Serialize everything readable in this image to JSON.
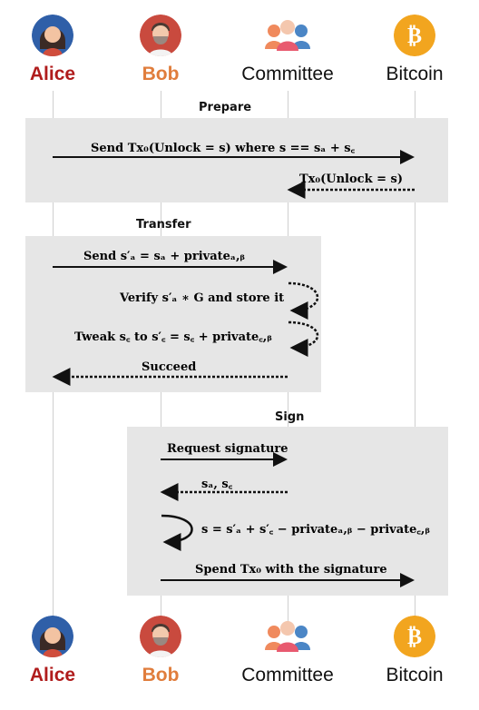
{
  "actors": {
    "alice": "Alice",
    "bob": "Bob",
    "committee": "Committee",
    "bitcoin": "Bitcoin"
  },
  "sections": {
    "prepare": "Prepare",
    "transfer": "Transfer",
    "sign": "Sign"
  },
  "messages": {
    "prepare_send": "Send Tx₀(Unlock = s) where s == sₐ + s꜀",
    "prepare_return": "Tx₀(Unlock = s)",
    "transfer_send": "Send s′ₐ = sₐ + privateₐ,ᵦ",
    "transfer_verify": "Verify s′ₐ ∗ G and store it",
    "transfer_tweak": "Tweak s꜀ to s′꜀ = s꜀ + private꜀,ᵦ",
    "transfer_succeed": "Succeed",
    "sign_request": "Request signature",
    "sign_shares": "sₐ, s꜀",
    "sign_compute": "s = s′ₐ + s′꜀ − privateₐ,ᵦ − private꜀,ᵦ",
    "sign_spend": "Spend Tx₀ with the signature"
  },
  "icons": {
    "alice": "woman-avatar-icon",
    "bob": "bearded-man-avatar-icon",
    "committee": "group-of-people-icon",
    "bitcoin": "bitcoin-coin-icon"
  },
  "colors": {
    "alice": "#b01c1c",
    "bob": "#e07d3c",
    "bitcoin": "#f2a51f",
    "panel": "#e6e6e6"
  }
}
